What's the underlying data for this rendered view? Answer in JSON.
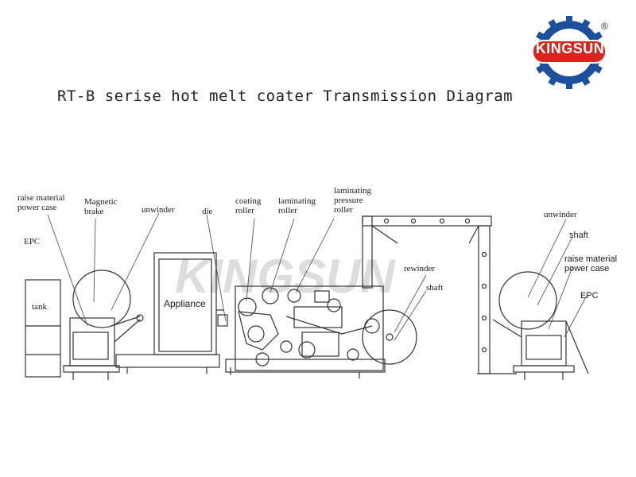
{
  "brand": {
    "logo_text": "KINGSUN",
    "registered_mark": "®",
    "watermark_text": "KINGSUN",
    "red": "#d7261e",
    "blue": "#1c4f9c"
  },
  "title": "RT-B serise hot melt coater Transmission Diagram",
  "labels": {
    "raise_material_power_case_left": "raise material\npower case",
    "magnetic_brake": "Magnetic\nbrake",
    "unwinder_left": "unwinder",
    "die": "die",
    "coating_roller": "coating\nroller",
    "laminating_roller": "laminating\nroller",
    "laminating_pressure_roller": "laminating\npressure\nroller",
    "epc_left": "EPC",
    "tank": "tank",
    "appliance": "Appliance",
    "rewinder": "rewinder",
    "shaft_center": "shaft",
    "unwinder_right": "unwinder",
    "shaft_right": "shaft",
    "raise_material_power_case_right": "raise material\npower case",
    "epc_right": "EPC"
  }
}
